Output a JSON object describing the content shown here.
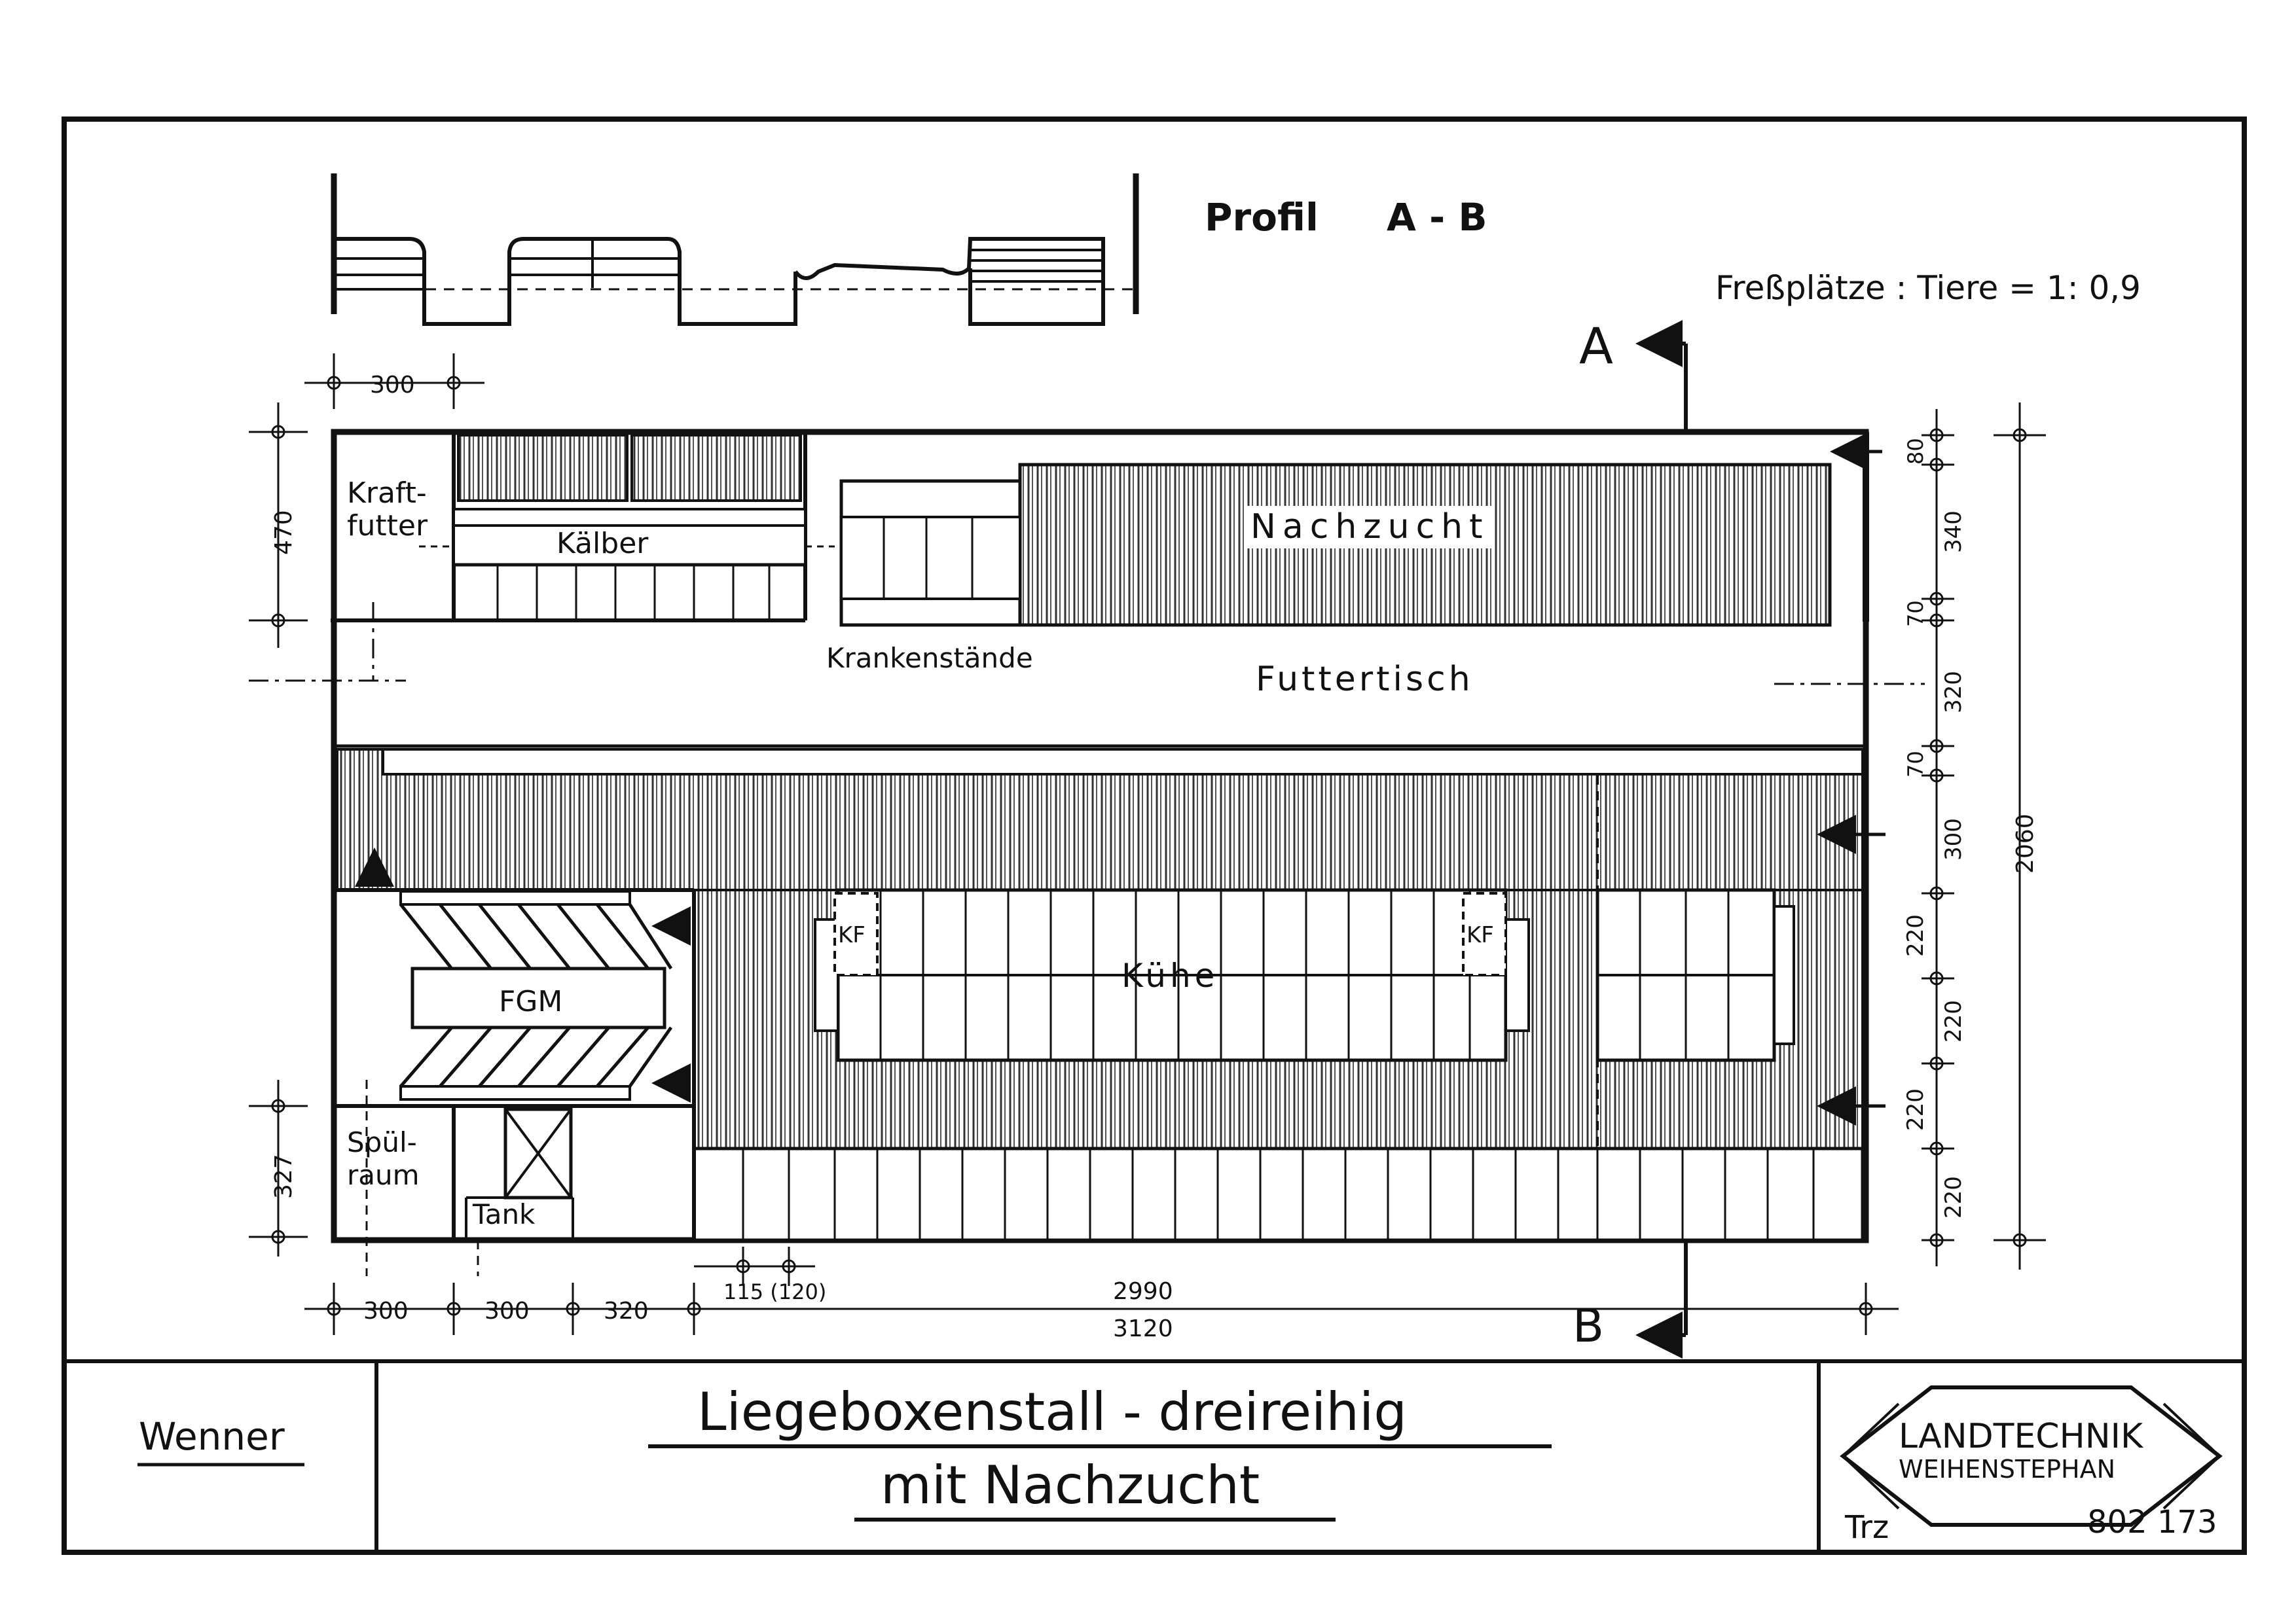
{
  "profile": {
    "title": "Profil",
    "section": "A - B"
  },
  "ratio": "Freßplätze : Tiere = 1: 0,9",
  "section_markers": {
    "a": "A",
    "b": "B"
  },
  "rooms": {
    "kraftfutter_1": "Kraft-",
    "kraftfutter_2": "futter",
    "kaelber": "Kälber",
    "nachzucht": "Nachzucht",
    "krankenstaende": "Krankenstände",
    "futtertisch": "Futtertisch",
    "fgm": "FGM",
    "kuehe": "Kühe",
    "kf_left": "KF",
    "kf_right": "KF",
    "spuelraum_1": "Spül-",
    "spuelraum_2": "raum",
    "tank": "Tank"
  },
  "dimensions": {
    "top_width": "300",
    "left_upper": "470",
    "left_lower": "327",
    "right_segments": [
      "80",
      "340",
      "70",
      "320",
      "70",
      "300",
      "220",
      "220",
      "220",
      "220"
    ],
    "right_total": "2060",
    "bottom_segments": [
      "300",
      "300",
      "320"
    ],
    "stall_width": "115 (120)",
    "inner_length": "2990",
    "total_length": "3120"
  },
  "title_block": {
    "author": "Wenner",
    "title_line1": "Liegeboxenstall - dreireihig",
    "title_line2": "mit Nachzucht",
    "logo_line1": "LANDTECHNIK",
    "logo_line2": "WEIHENSTEPHAN",
    "drawn_by": "Trz",
    "drawing_number": "802 173"
  }
}
